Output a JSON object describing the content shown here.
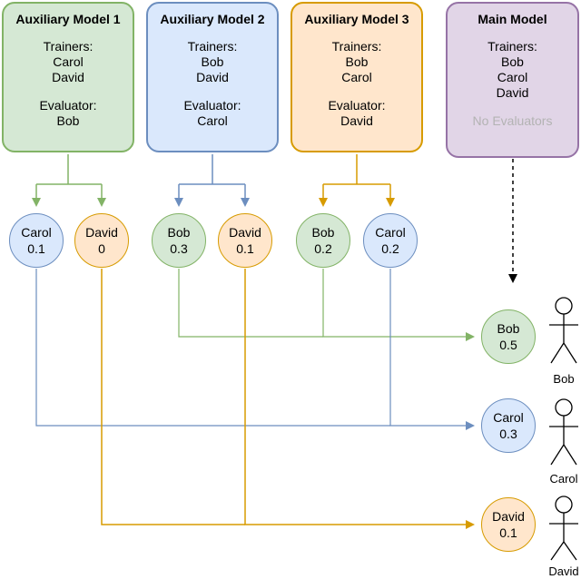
{
  "models": [
    {
      "id": "aux1",
      "title": "Auxiliary Model 1",
      "trainers_label": "Trainers:",
      "trainers": [
        "Carol",
        "David"
      ],
      "evaluator_label": "Evaluator:",
      "evaluator": "Bob",
      "color": "#82b366"
    },
    {
      "id": "aux2",
      "title": "Auxiliary Model 2",
      "trainers_label": "Trainers:",
      "trainers": [
        "Bob",
        "David"
      ],
      "evaluator_label": "Evaluator:",
      "evaluator": "Carol",
      "color": "#6c8ebf"
    },
    {
      "id": "aux3",
      "title": "Auxiliary Model 3",
      "trainers_label": "Trainers:",
      "trainers": [
        "Bob",
        "Carol"
      ],
      "evaluator_label": "Evaluator:",
      "evaluator": "David",
      "color": "#d79b00"
    },
    {
      "id": "main",
      "title": "Main Model",
      "trainers_label": "Trainers:",
      "trainers": [
        "Bob",
        "Carol",
        "David"
      ],
      "note": "No Evaluators",
      "color": "#9673a6"
    }
  ],
  "scores": [
    {
      "name": "Carol",
      "value": "0.1"
    },
    {
      "name": "David",
      "value": "0"
    },
    {
      "name": "Bob",
      "value": "0.3"
    },
    {
      "name": "David",
      "value": "0.1"
    },
    {
      "name": "Bob",
      "value": "0.2"
    },
    {
      "name": "Carol",
      "value": "0.2"
    }
  ],
  "results": [
    {
      "name": "Bob",
      "value": "0.5"
    },
    {
      "name": "Carol",
      "value": "0.3"
    },
    {
      "name": "David",
      "value": "0.1"
    }
  ],
  "people": [
    "Bob",
    "Carol",
    "David"
  ],
  "colors": {
    "green": "#82b366",
    "blue": "#6c8ebf",
    "orange": "#d79b00",
    "purple": "#9673a6"
  }
}
